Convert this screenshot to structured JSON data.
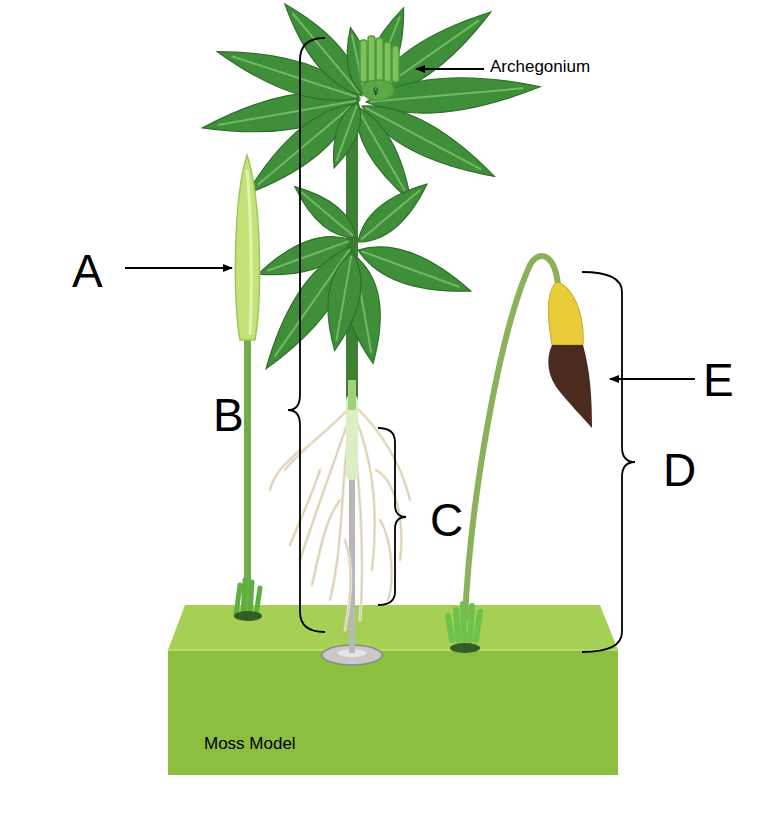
{
  "diagram": {
    "labels": [
      "Archegonium",
      "♀",
      "A",
      "B",
      "C",
      "E",
      "D",
      "Moss Model"
    ]
  }
}
